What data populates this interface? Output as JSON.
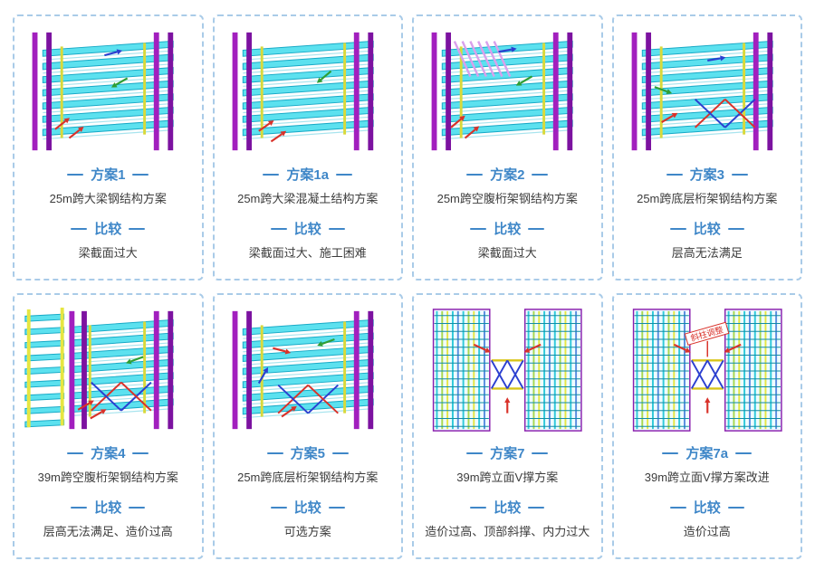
{
  "page": {
    "accent_color": "#3f87c8",
    "card_border_color": "#a9cbe8",
    "model_colors": {
      "slab_cyan": "#5ce1ef",
      "column_purple": "#a21fbe",
      "column_magenta": "#7c12a0",
      "accent_yellow": "#e6e642",
      "arrow_red": "#d9322a",
      "arrow_green": "#2f9e33",
      "brace_blue": "#2b3fd0"
    }
  },
  "compare_label": "比较",
  "cards": [
    {
      "title": "方案1",
      "desc": "25m跨大梁钢结构方案",
      "compare": "梁截面过大",
      "illustration": "steel-beam-frame-model"
    },
    {
      "title": "方案1a",
      "desc": "25m跨大梁混凝土结构方案",
      "compare": "梁截面过大、施工困难",
      "illustration": "concrete-beam-frame-model"
    },
    {
      "title": "方案2",
      "desc": "25m跨空腹桁架钢结构方案",
      "compare": "梁截面过大",
      "illustration": "vierendeel-truss-steel-model"
    },
    {
      "title": "方案3",
      "desc": "25m跨底层桁架钢结构方案",
      "compare": "层高无法满足",
      "illustration": "bottom-truss-steel-model"
    },
    {
      "title": "方案4",
      "desc": "39m跨空腹桁架钢结构方案",
      "compare": "层高无法满足、造价过高",
      "illustration": "vierendeel-truss-39m-model"
    },
    {
      "title": "方案5",
      "desc": "25m跨底层桁架钢结构方案",
      "compare": "可选方案",
      "illustration": "bottom-truss-25m-model"
    },
    {
      "title": "方案7",
      "desc": "39m跨立面V撑方案",
      "compare": "造价过高、顶部斜撑、内力过大",
      "illustration": "facade-v-brace-model"
    },
    {
      "title": "方案7a",
      "desc": "39m跨立面V撑方案改进",
      "compare": "造价过高",
      "illustration": "facade-v-brace-improved-model",
      "annotation": "斜柱调整"
    }
  ]
}
